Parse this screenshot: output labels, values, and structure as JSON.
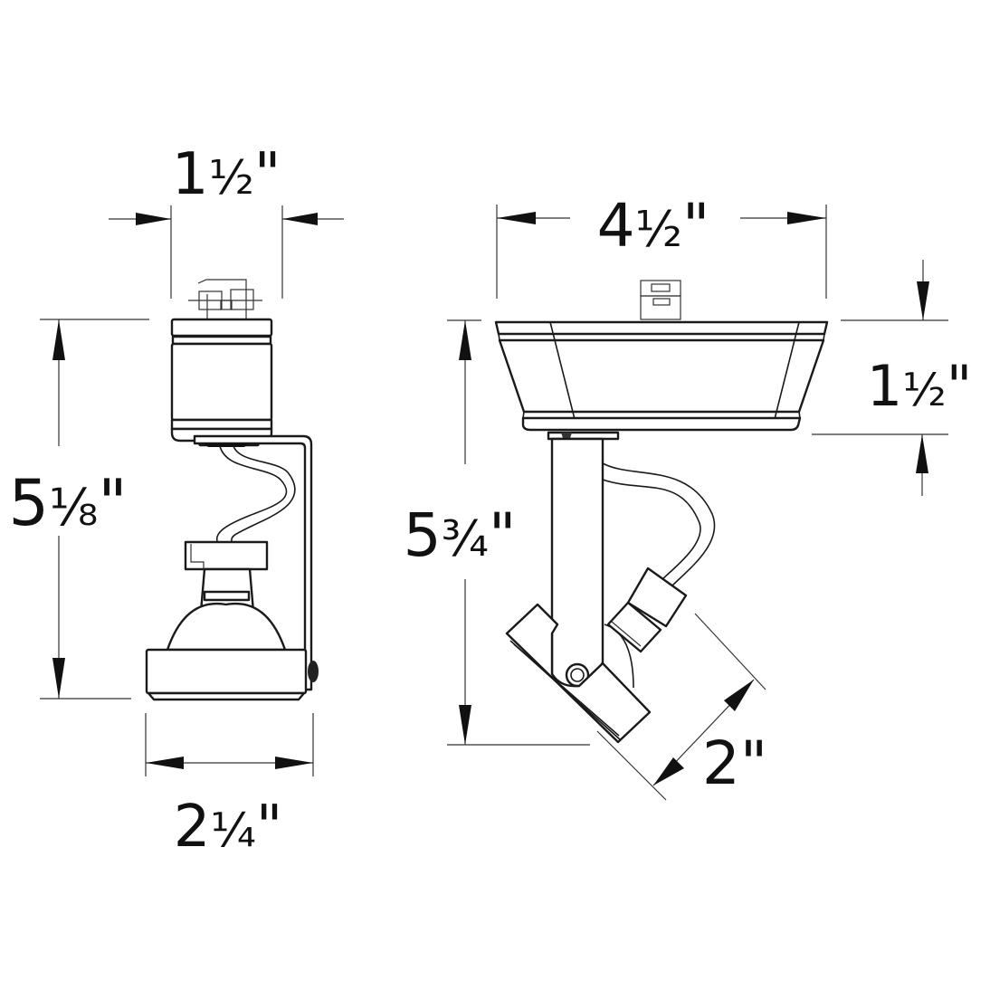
{
  "diagram": {
    "title": "Track light fixture dimension drawing",
    "stroke_color": "#1a1a1a",
    "background": "#ffffff",
    "views": [
      {
        "name": "side-view",
        "dimensions": {
          "top_width": {
            "whole": "1",
            "fraction": "½",
            "unit": "\""
          },
          "height": {
            "whole": "5",
            "fraction": "⅛",
            "unit": "\""
          },
          "bottom_width": {
            "whole": "2",
            "fraction": "¼",
            "unit": "\""
          }
        }
      },
      {
        "name": "front-view",
        "dimensions": {
          "top_width": {
            "whole": "4",
            "fraction": "½",
            "unit": "\""
          },
          "head_height": {
            "whole": "1",
            "fraction": "½",
            "unit": "\""
          },
          "height": {
            "whole": "5",
            "fraction": "¾",
            "unit": "\""
          },
          "lamp_diameter": {
            "whole": "2",
            "fraction": "",
            "unit": "\""
          }
        }
      }
    ]
  }
}
